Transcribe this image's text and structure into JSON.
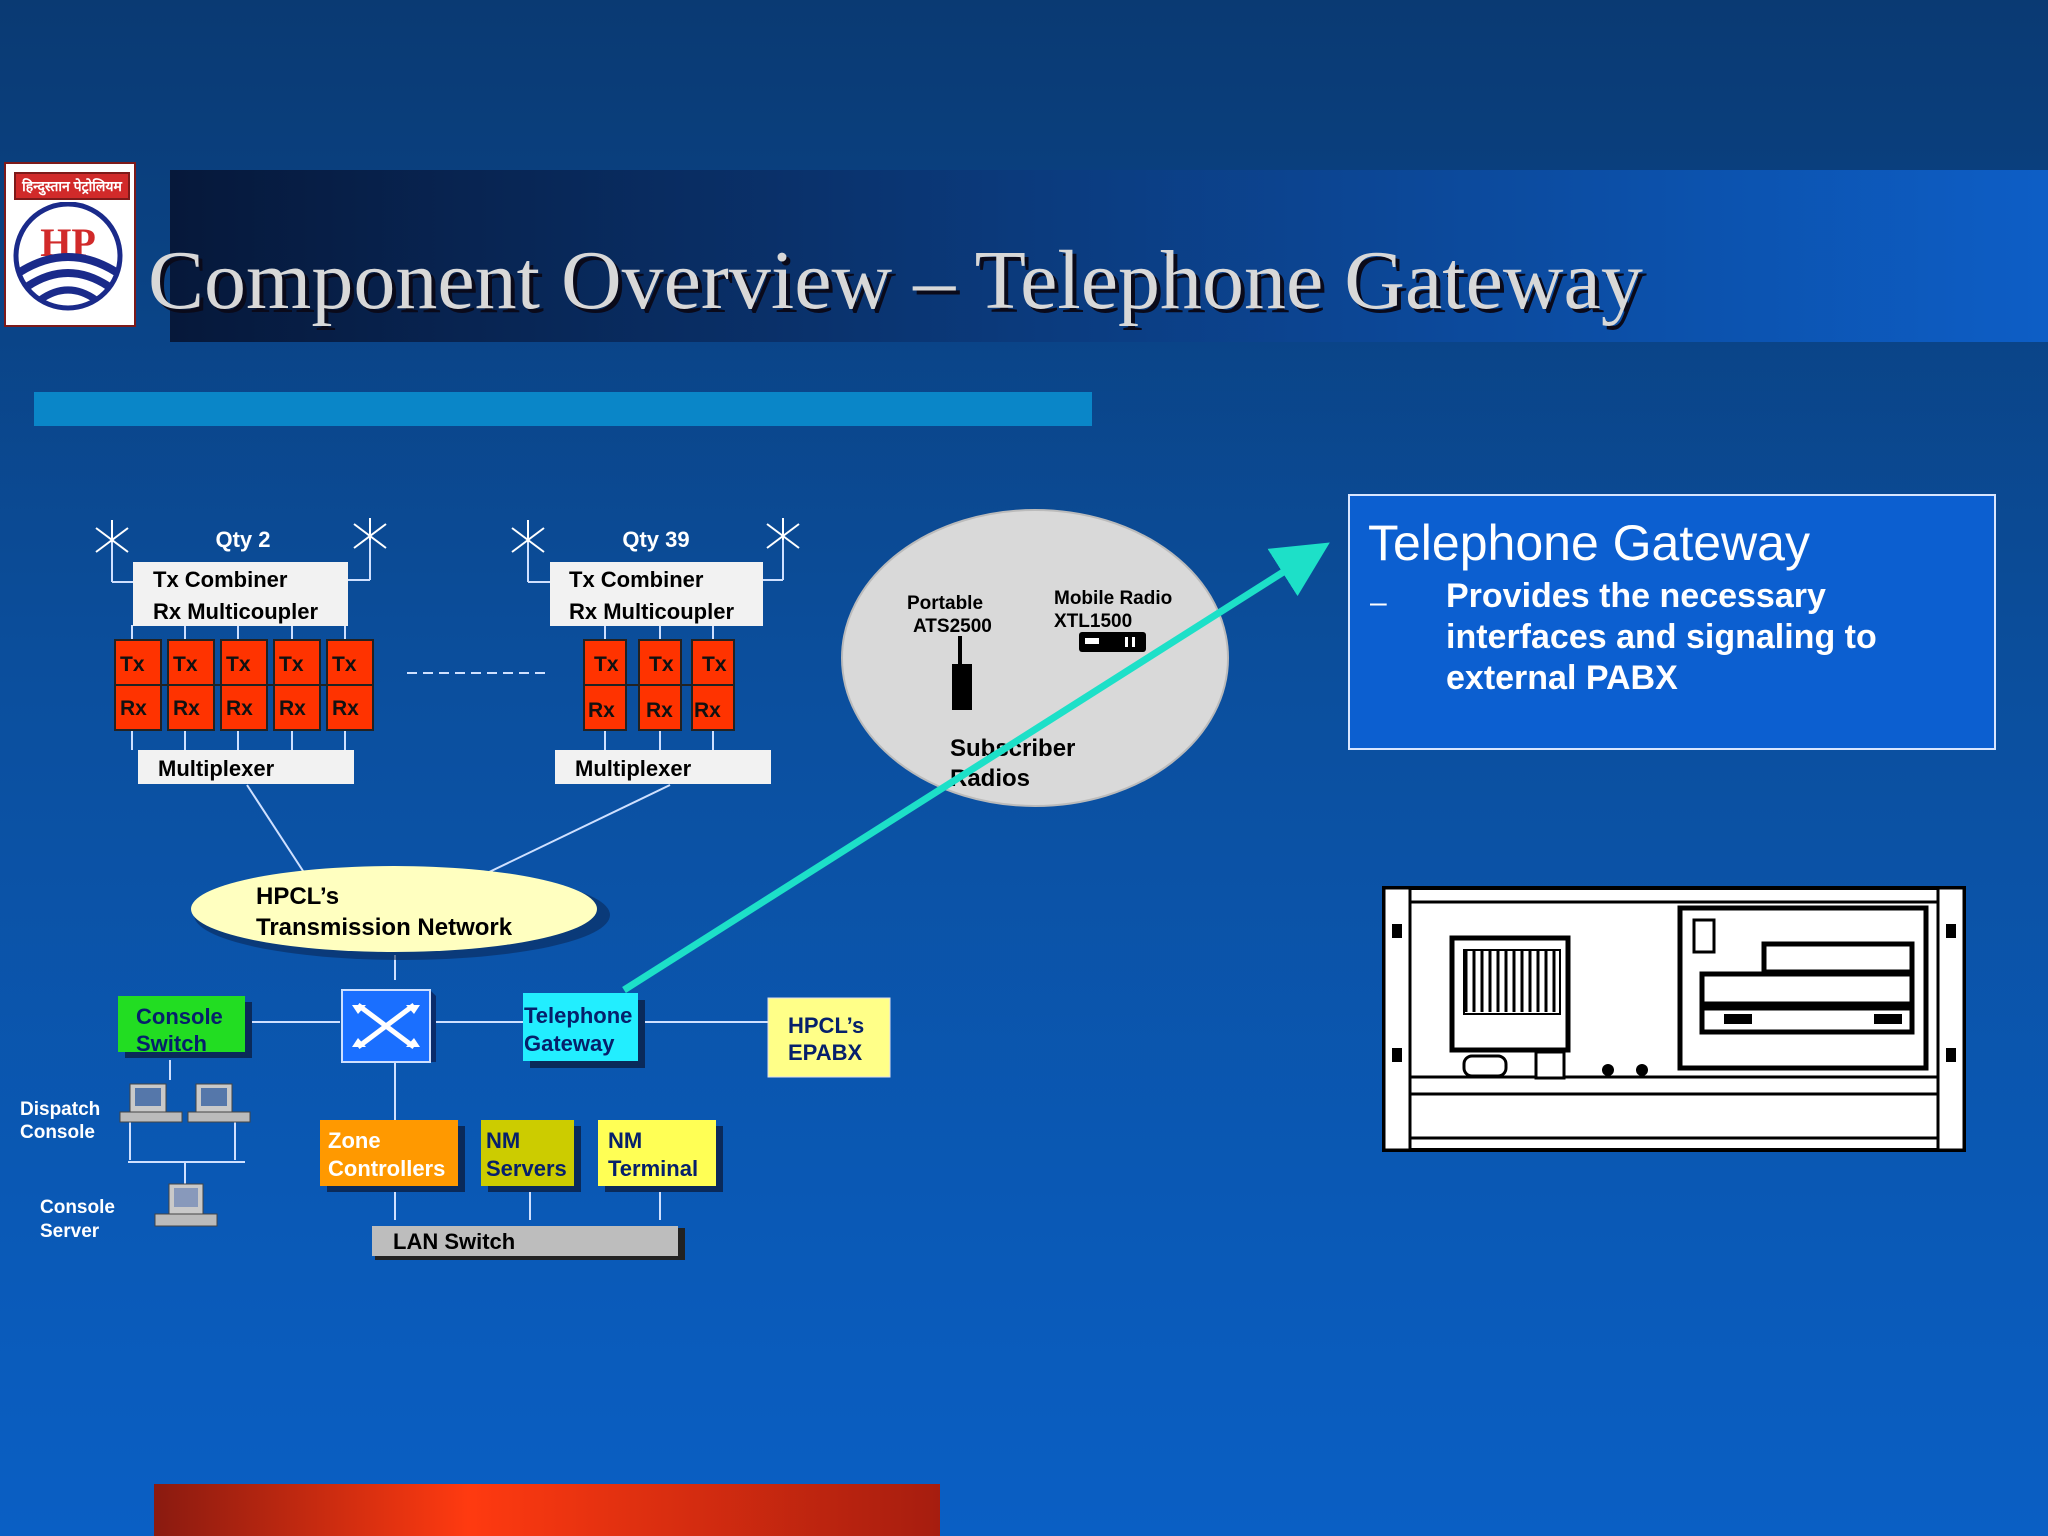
{
  "title": "Component Overview – Telephone Gateway",
  "logo": {
    "hindi_text": "हिन्दुस्तान पेट्रोलियम",
    "initials": "HP"
  },
  "diagram": {
    "site1": {
      "qty": "Qty 2",
      "tx_combiner": "Tx Combiner",
      "rx_multicoupler": "Rx Multicoupler",
      "multiplexer": "Multiplexer"
    },
    "site2": {
      "qty": "Qty 39",
      "tx_combiner": "Tx Combiner",
      "rx_multicoupler": "Rx Multicoupler",
      "multiplexer": "Multiplexer"
    },
    "tx": "Tx",
    "rx": "Rx",
    "subscriber": {
      "portable_line1": "Portable",
      "portable_line2": "ATS2500",
      "mobile_line1": "Mobile Radio",
      "mobile_line2": "XTL1500",
      "label_line1": "Subscriber",
      "label_line2": "Radios"
    },
    "network": {
      "line1": "HPCL’s",
      "line2": "Transmission Network"
    },
    "console_switch": {
      "line1": "Console",
      "line2": "Switch"
    },
    "telephone_gateway": {
      "line1": "Telephone",
      "line2": "Gateway"
    },
    "epabx": {
      "line1": "HPCL’s",
      "line2": "EPABX"
    },
    "dispatch_console": {
      "line1": "Dispatch",
      "line2": "Console"
    },
    "console_server": {
      "line1": "Console",
      "line2": "Server"
    },
    "zone_controllers": {
      "line1": "Zone",
      "line2": "Controllers"
    },
    "nm_servers": {
      "line1": "NM",
      "line2": "Servers"
    },
    "nm_terminal": {
      "line1": "NM",
      "line2": "Terminal"
    },
    "lan_switch": "LAN Switch"
  },
  "infobox": {
    "title": "Telephone Gateway",
    "bullet_marker": "–",
    "text": "Provides the necessary interfaces and signaling to external PABX"
  },
  "colors": {
    "background": "#0b4f9e",
    "title_text": "#d8d8d8",
    "arrow": "#1de0c8",
    "tx_rx_box": "#ff3300",
    "console_switch": "#22dd22",
    "telephone_gateway": "#22eeff",
    "epabx": "#ffff88",
    "zone_controllers": "#ff9900",
    "nm_servers": "#cccc00",
    "nm_terminal": "#ffff55",
    "infobox": "#0c5fd0"
  }
}
